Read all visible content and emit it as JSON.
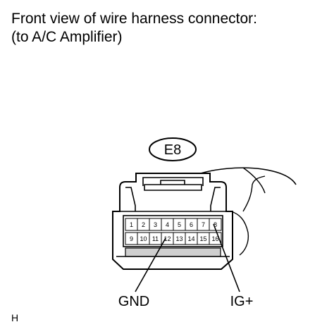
{
  "title": {
    "line1": "Front view of wire harness connector:",
    "line2": "(to A/C Amplifier)"
  },
  "connector": {
    "code": "E8",
    "pins_row1": [
      "1",
      "2",
      "3",
      "4",
      "5",
      "6",
      "7",
      "8"
    ],
    "pins_row2": [
      "9",
      "10",
      "11",
      "12",
      "13",
      "14",
      "15",
      "16"
    ]
  },
  "labels": {
    "gnd": "GND",
    "igplus": "IG+"
  },
  "footer": "H"
}
